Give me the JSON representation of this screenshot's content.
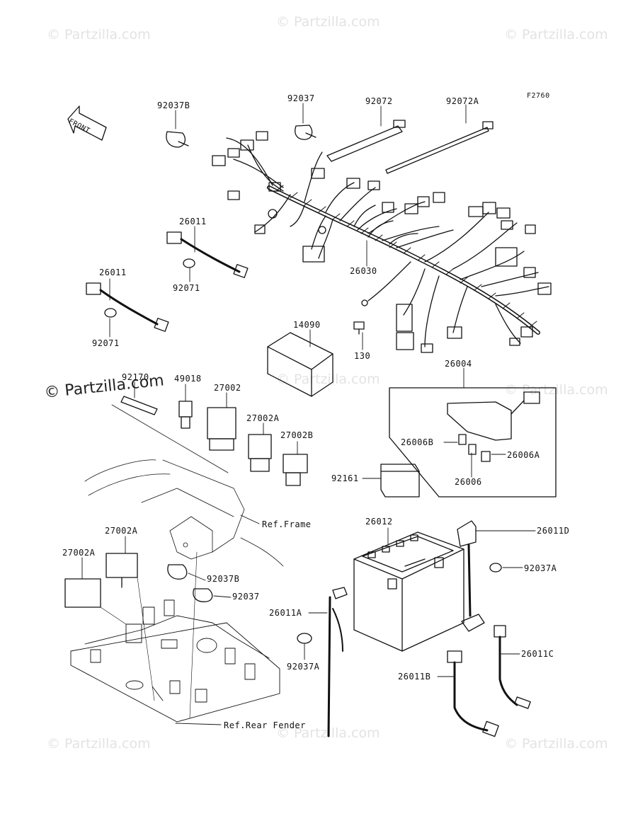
{
  "watermark": "© Partzilla.com",
  "figure_code": "F2760",
  "front_label": "FRONT",
  "parts": [
    {
      "id": "p-92037b-top",
      "label": "92037B"
    },
    {
      "id": "p-92037-top",
      "label": "92037"
    },
    {
      "id": "p-92072",
      "label": "92072"
    },
    {
      "id": "p-92072a",
      "label": "92072A"
    },
    {
      "id": "p-26011-a",
      "label": "26011"
    },
    {
      "id": "p-92071-a",
      "label": "92071"
    },
    {
      "id": "p-26011-b",
      "label": "26011"
    },
    {
      "id": "p-92071-b",
      "label": "92071"
    },
    {
      "id": "p-26030",
      "label": "26030"
    },
    {
      "id": "p-14090",
      "label": "14090"
    },
    {
      "id": "p-130",
      "label": "130"
    },
    {
      "id": "p-26004",
      "label": "26004"
    },
    {
      "id": "p-92170",
      "label": "92170"
    },
    {
      "id": "p-49018",
      "label": "49018"
    },
    {
      "id": "p-27002",
      "label": "27002"
    },
    {
      "id": "p-27002a-mid",
      "label": "27002A"
    },
    {
      "id": "p-27002b",
      "label": "27002B"
    },
    {
      "id": "p-26006b",
      "label": "26006B"
    },
    {
      "id": "p-26006a",
      "label": "26006A"
    },
    {
      "id": "p-26006",
      "label": "26006"
    },
    {
      "id": "p-92161",
      "label": "92161"
    },
    {
      "id": "p-ref-frame",
      "label": "Ref.Frame"
    },
    {
      "id": "p-27002a-left2",
      "label": "27002A"
    },
    {
      "id": "p-27002a-left1",
      "label": "27002A"
    },
    {
      "id": "p-92037b-low",
      "label": "92037B"
    },
    {
      "id": "p-92037-low",
      "label": "92037"
    },
    {
      "id": "p-26012",
      "label": "26012"
    },
    {
      "id": "p-26011d",
      "label": "26011D"
    },
    {
      "id": "p-92037a-right",
      "label": "92037A"
    },
    {
      "id": "p-26011a",
      "label": "26011A"
    },
    {
      "id": "p-92037a-left",
      "label": "92037A"
    },
    {
      "id": "p-26011c",
      "label": "26011C"
    },
    {
      "id": "p-26011b",
      "label": "26011B"
    },
    {
      "id": "p-ref-rear-fender",
      "label": "Ref.Rear Fender"
    }
  ]
}
